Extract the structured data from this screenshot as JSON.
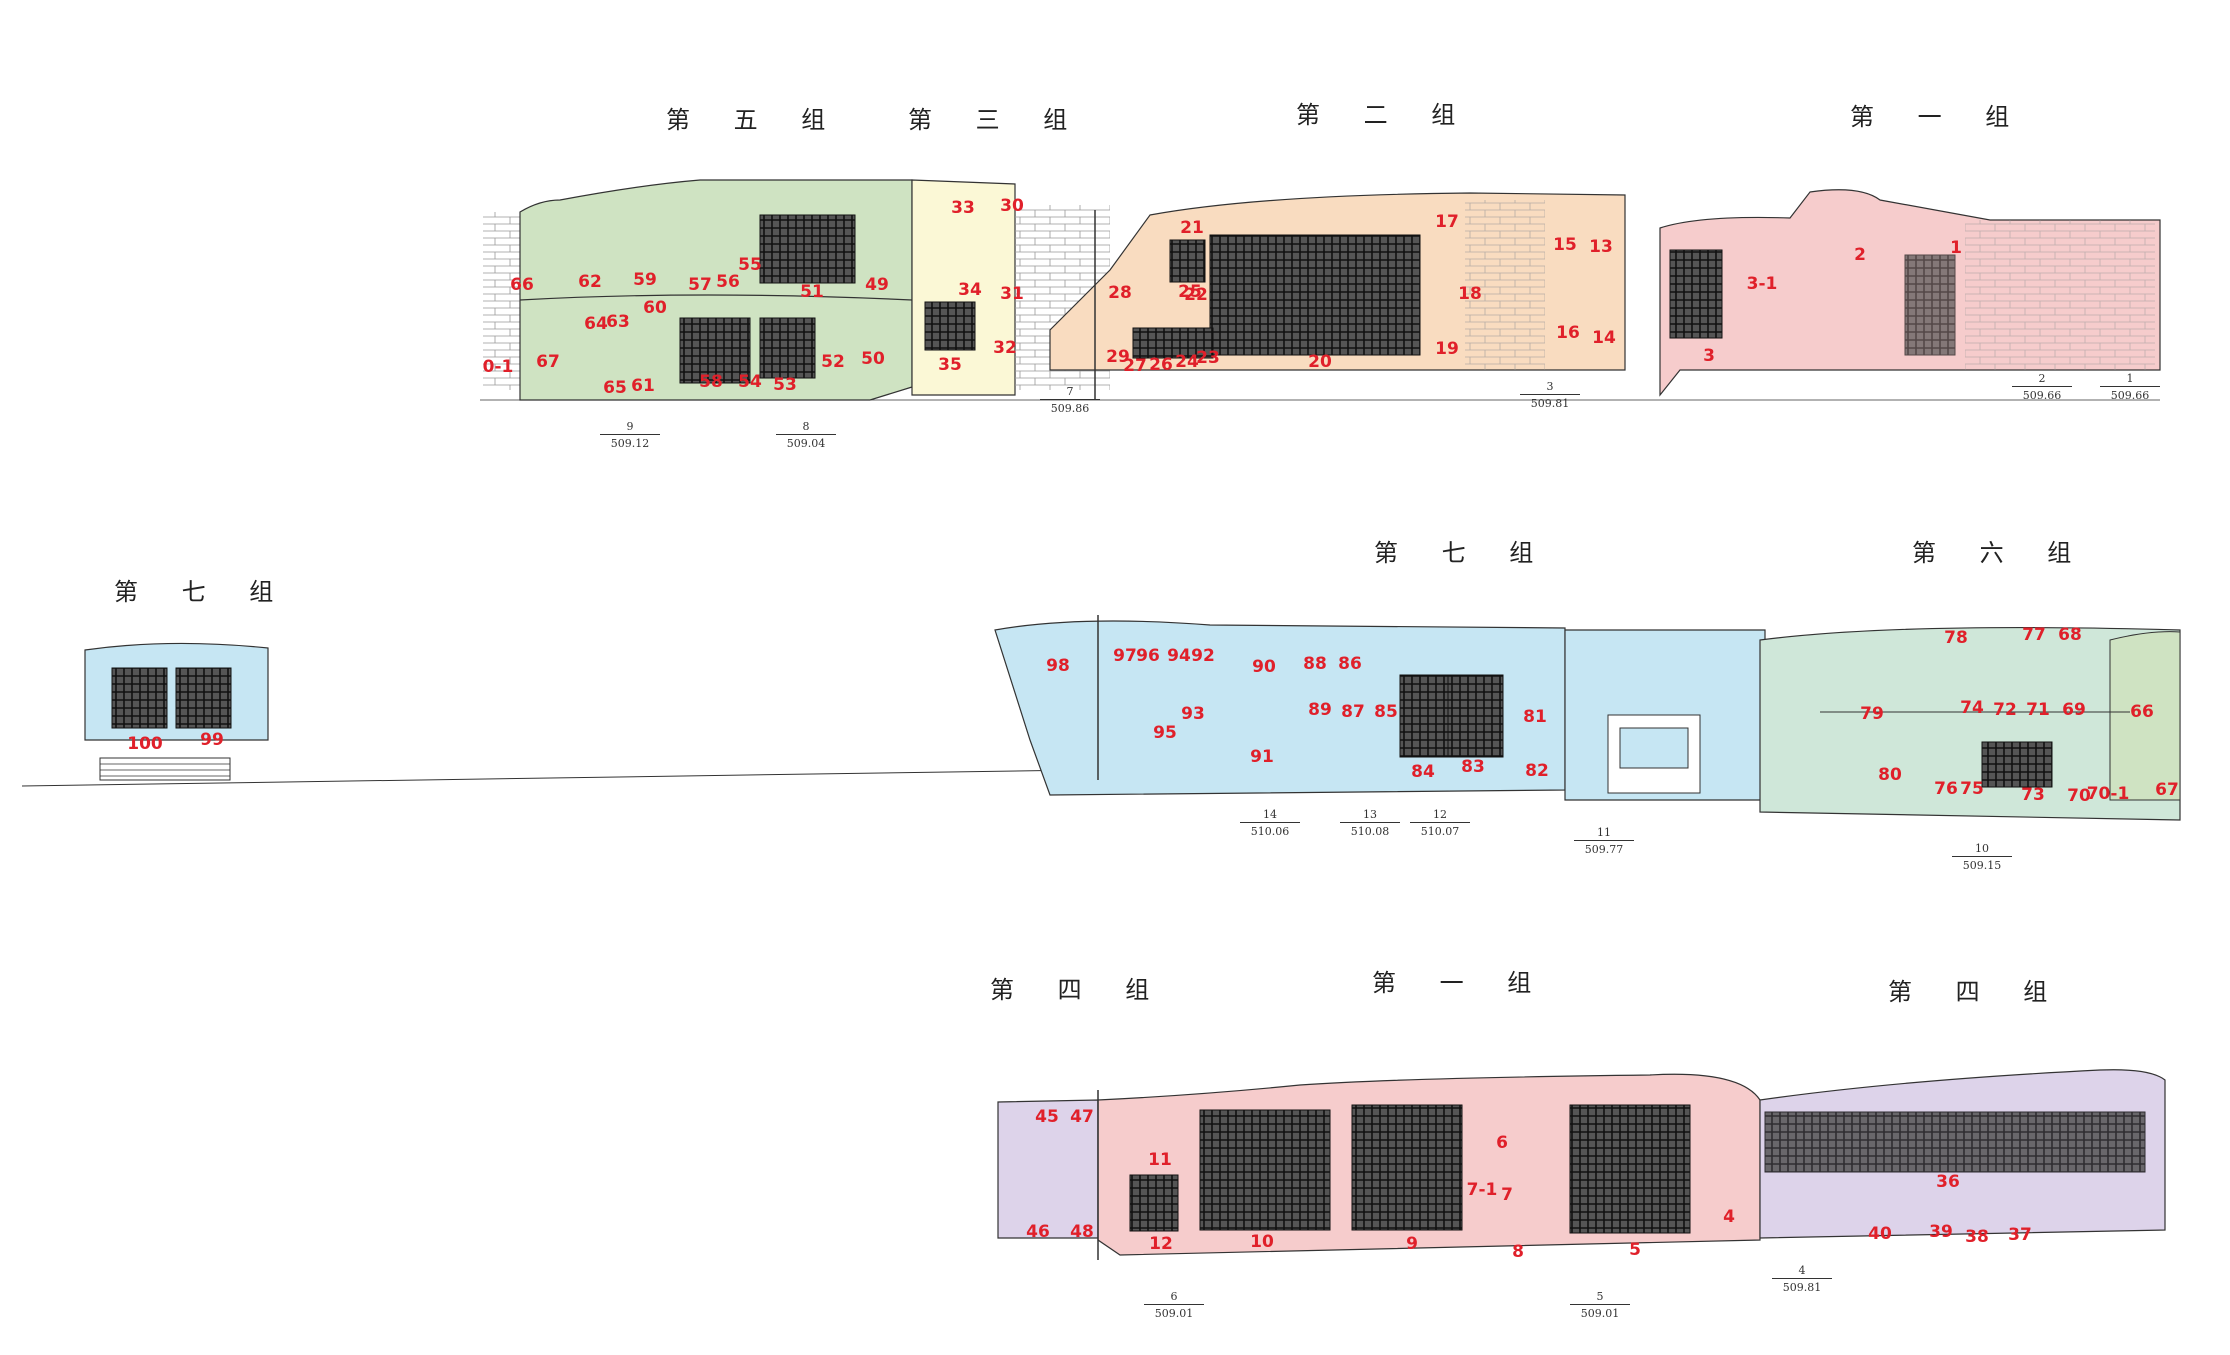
{
  "group_labels": {
    "top_5": "第 五 组",
    "top_3": "第 三 组",
    "top_2": "第 二 组",
    "top_1": "第 一 组",
    "left_7": "第 七 组",
    "mid_7": "第 七 组",
    "mid_6": "第 六 组",
    "bot_4a": "第 四 组",
    "bot_1": "第 一 组",
    "bot_4b": "第 四 组"
  },
  "niches_top": [
    "66",
    "62",
    "59",
    "60",
    "64",
    "63",
    "67",
    "65",
    "61",
    "57",
    "56",
    "55",
    "58",
    "54",
    "53",
    "51",
    "52",
    "50",
    "49",
    "33",
    "30",
    "34",
    "31",
    "35",
    "32",
    "21",
    "25",
    "22",
    "28",
    "29",
    "27",
    "26",
    "24",
    "23",
    "20",
    "17",
    "18",
    "19",
    "15",
    "13",
    "16",
    "14",
    "3-1",
    "2",
    "1",
    "3",
    "0-1"
  ],
  "niches_mid": [
    "100",
    "99",
    "98",
    "97",
    "96",
    "94",
    "92",
    "93",
    "95",
    "90",
    "91",
    "88",
    "86",
    "89",
    "87",
    "85",
    "84",
    "83",
    "81",
    "82",
    "78",
    "77",
    "68",
    "79",
    "74",
    "72",
    "71",
    "69",
    "66",
    "80",
    "76",
    "75",
    "73",
    "70",
    "70-1",
    "67"
  ],
  "niches_bot": [
    "45",
    "47",
    "46",
    "48",
    "11",
    "12",
    "10",
    "9",
    "6",
    "7",
    "7-1",
    "8",
    "5",
    "4",
    "40",
    "39",
    "38",
    "37",
    "36"
  ],
  "survey_points": {
    "p9": {
      "id": "9",
      "elev": "509.12"
    },
    "p8": {
      "id": "8",
      "elev": "509.04"
    },
    "p7": {
      "id": "7",
      "elev": "509.86"
    },
    "p3": {
      "id": "3",
      "elev": "509.81"
    },
    "p2": {
      "id": "2",
      "elev": "509.66"
    },
    "p1": {
      "id": "1",
      "elev": "509.66"
    },
    "p14": {
      "id": "14",
      "elev": "510.06"
    },
    "p13": {
      "id": "13",
      "elev": "510.08"
    },
    "p12": {
      "id": "12",
      "elev": "510.07"
    },
    "p11": {
      "id": "11",
      "elev": "509.77"
    },
    "p10": {
      "id": "10",
      "elev": "509.15"
    },
    "p6": {
      "id": "6",
      "elev": "509.01"
    },
    "p5": {
      "id": "5",
      "elev": "509.01"
    },
    "p4": {
      "id": "4",
      "elev": "509.81"
    }
  },
  "colors": {
    "group1": "#f6cccc",
    "group2": "#f9dcc0",
    "group3": "#fbf8d6",
    "group4": "#ddd3ea",
    "group5": "#cfe3c2",
    "group6": "#cfe7d9",
    "group7": "#c6e6f3",
    "numbers": "#e0202a",
    "ink": "#222222"
  }
}
